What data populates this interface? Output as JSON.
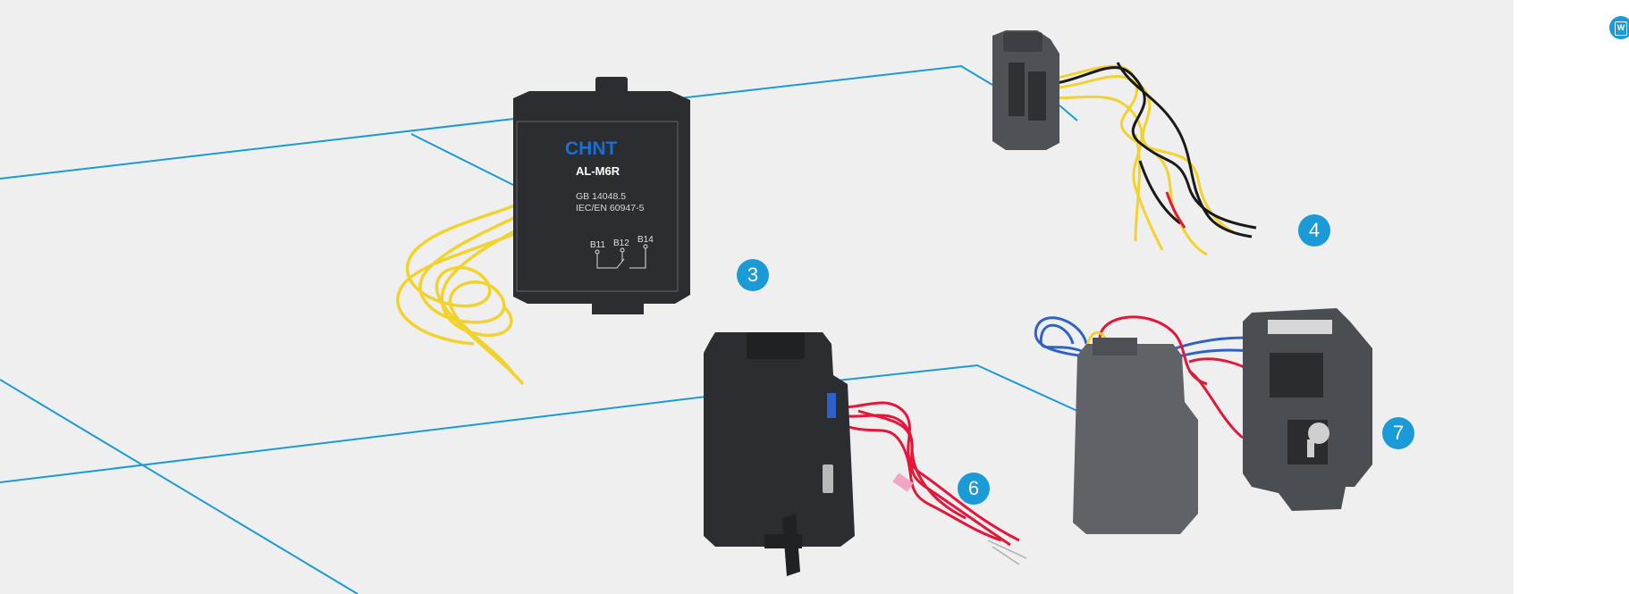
{
  "colors": {
    "accent": "#1a9ad6",
    "background": "#efefef",
    "module_dark": "#2b2d30",
    "module_grey": "#5f6368",
    "wire_yellow": "#f2d22e",
    "wire_red": "#e4163a",
    "wire_blue": "#2f62c9"
  },
  "module": {
    "brand": "CHNT",
    "model": "AL-M6R",
    "standard_1": "GB 14048.5",
    "standard_2": "IEC/EN 60947-5",
    "terminal_1": "B11",
    "terminal_2": "B12",
    "terminal_3": "B14"
  },
  "callouts": [
    "3",
    "4",
    "6",
    "7"
  ],
  "side_panel": {
    "icon": "document-icon",
    "icon_letter": "W"
  }
}
